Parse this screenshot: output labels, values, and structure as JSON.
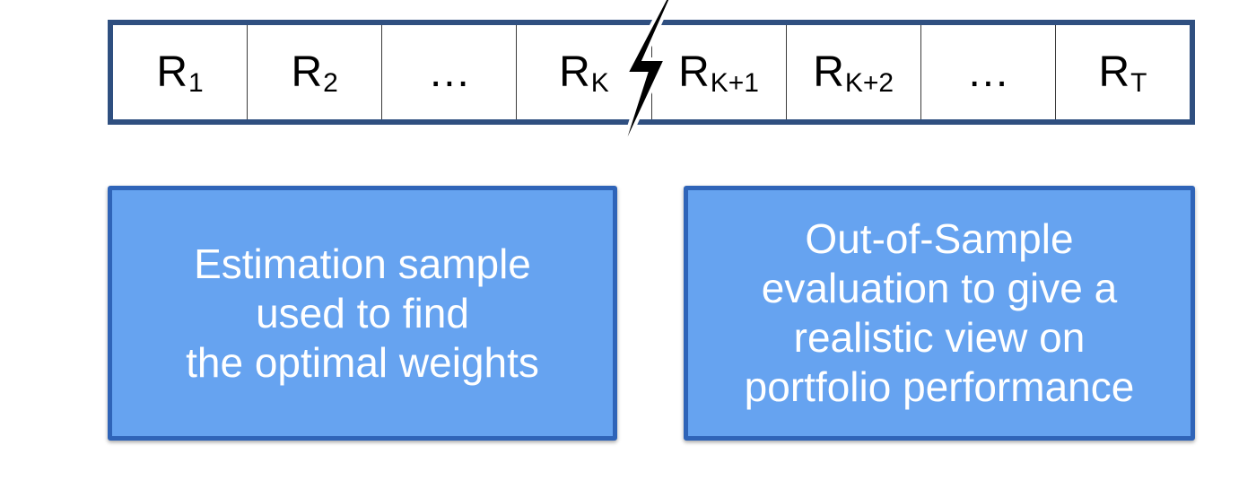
{
  "sequence": {
    "cells": [
      {
        "base": "R",
        "sub": "1"
      },
      {
        "base": "R",
        "sub": "2"
      },
      {
        "base": "…",
        "sub": ""
      },
      {
        "base": "R",
        "sub": "K"
      },
      {
        "base": "R",
        "sub": "K+1"
      },
      {
        "base": "R",
        "sub": "K+2"
      },
      {
        "base": "…",
        "sub": ""
      },
      {
        "base": "R",
        "sub": "T"
      }
    ]
  },
  "split_marker": {
    "icon": "lightning-bolt-icon"
  },
  "boxes": {
    "estimation": {
      "text": "Estimation sample\nused to find\nthe optimal weights"
    },
    "out_of_sample": {
      "text": "Out-of-Sample\nevaluation to give a\nrealistic view on\nportfolio performance"
    }
  },
  "colors": {
    "bar_border": "#2f4f80",
    "box_fill": "#66a3f0",
    "box_border": "#2f64b8",
    "box_text": "#ffffff"
  }
}
